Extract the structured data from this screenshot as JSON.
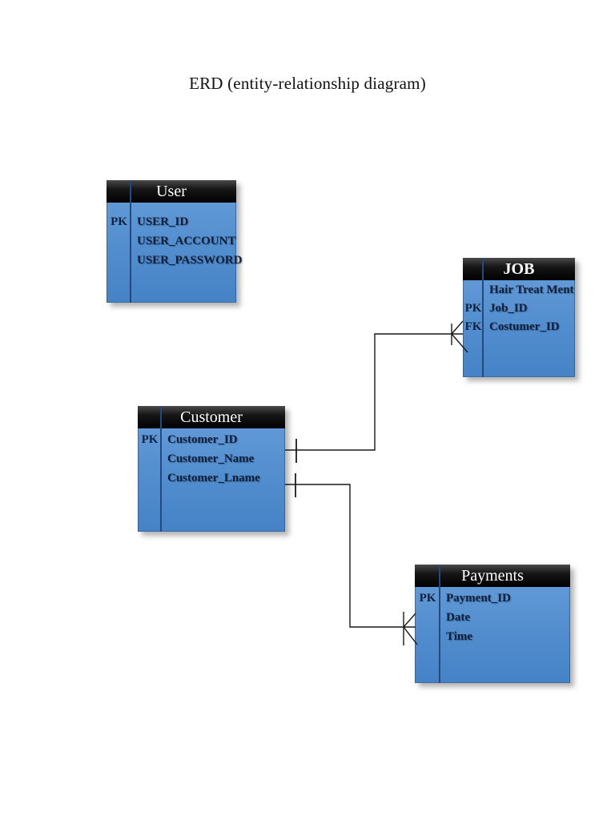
{
  "title": "ERD (entity-relationship diagram)",
  "entities": [
    {
      "name": "User",
      "rows": [
        {
          "key": "PK",
          "attr": "USER_ID"
        },
        {
          "key": "",
          "attr": "USER_ACCOUNT"
        },
        {
          "key": "",
          "attr": "USER_PASSWORD"
        }
      ]
    },
    {
      "name": "JOB",
      "rows": [
        {
          "key": "",
          "attr": "Hair Treat Ment"
        },
        {
          "key": "PK",
          "attr": "Job_ID"
        },
        {
          "key": "FK",
          "attr": "Costumer_ID"
        }
      ]
    },
    {
      "name": "Customer",
      "rows": [
        {
          "key": "PK",
          "attr": "Customer_ID"
        },
        {
          "key": "",
          "attr": "Customer_Name"
        },
        {
          "key": "",
          "attr": "Customer_Lname"
        }
      ]
    },
    {
      "name": "Payments",
      "rows": [
        {
          "key": "PK",
          "attr": "Payment_ID"
        },
        {
          "key": "",
          "attr": "Date"
        },
        {
          "key": "",
          "attr": "Time"
        }
      ]
    }
  ],
  "relationships": [
    {
      "from": "Customer",
      "to": "JOB",
      "from_cardinality": "one",
      "to_cardinality": "many"
    },
    {
      "from": "Customer",
      "to": "Payments",
      "from_cardinality": "one",
      "to_cardinality": "many"
    }
  ],
  "colors": {
    "page_background": "#ffffff",
    "entity_header": "#000000",
    "entity_body_top": "#6199d7",
    "entity_body_bottom": "#4583c6",
    "key_column_divider": "#24497e",
    "header_text": "#ffffff",
    "attribute_text": "#10203a",
    "connector_line": "#1a1a1a"
  }
}
